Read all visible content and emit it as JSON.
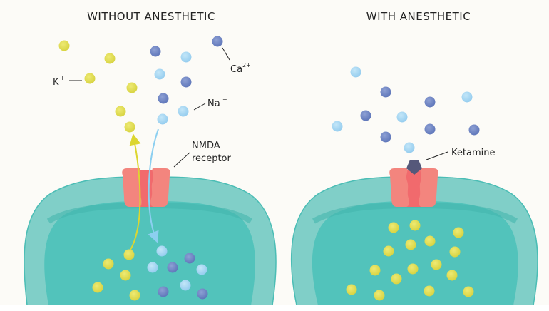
{
  "colors": {
    "background": "#fcfbf7",
    "cell_outer": "#80cfc8",
    "cell_stroke": "#4bbdb5",
    "cell_inner": "#52c3bb",
    "cell_inner_shade": "#45b5ad",
    "receptor_outer": "#f3857e",
    "receptor_inner": "#ef5f63",
    "receptor_core": "#f16a6d",
    "k_ion": "#dcd94a",
    "na_ion": "#9fd3f1",
    "ca_ion": "#6b84c4",
    "ketamine": "#55587a",
    "k_arrow": "#dcd630",
    "na_arrow": "#8ccff0"
  },
  "panels": [
    {
      "title": "WITHOUT ANESTHETIC",
      "labels": {
        "k": "K",
        "k_sup": "+",
        "ca": "Ca",
        "ca_sup": "2+",
        "na": "Na",
        "na_sup": "+",
        "receptor_line1": "NMDA",
        "receptor_line2": "receptor"
      }
    },
    {
      "title": "WITH ANESTHETIC",
      "labels": {
        "ketamine": "Ketamine"
      }
    }
  ]
}
